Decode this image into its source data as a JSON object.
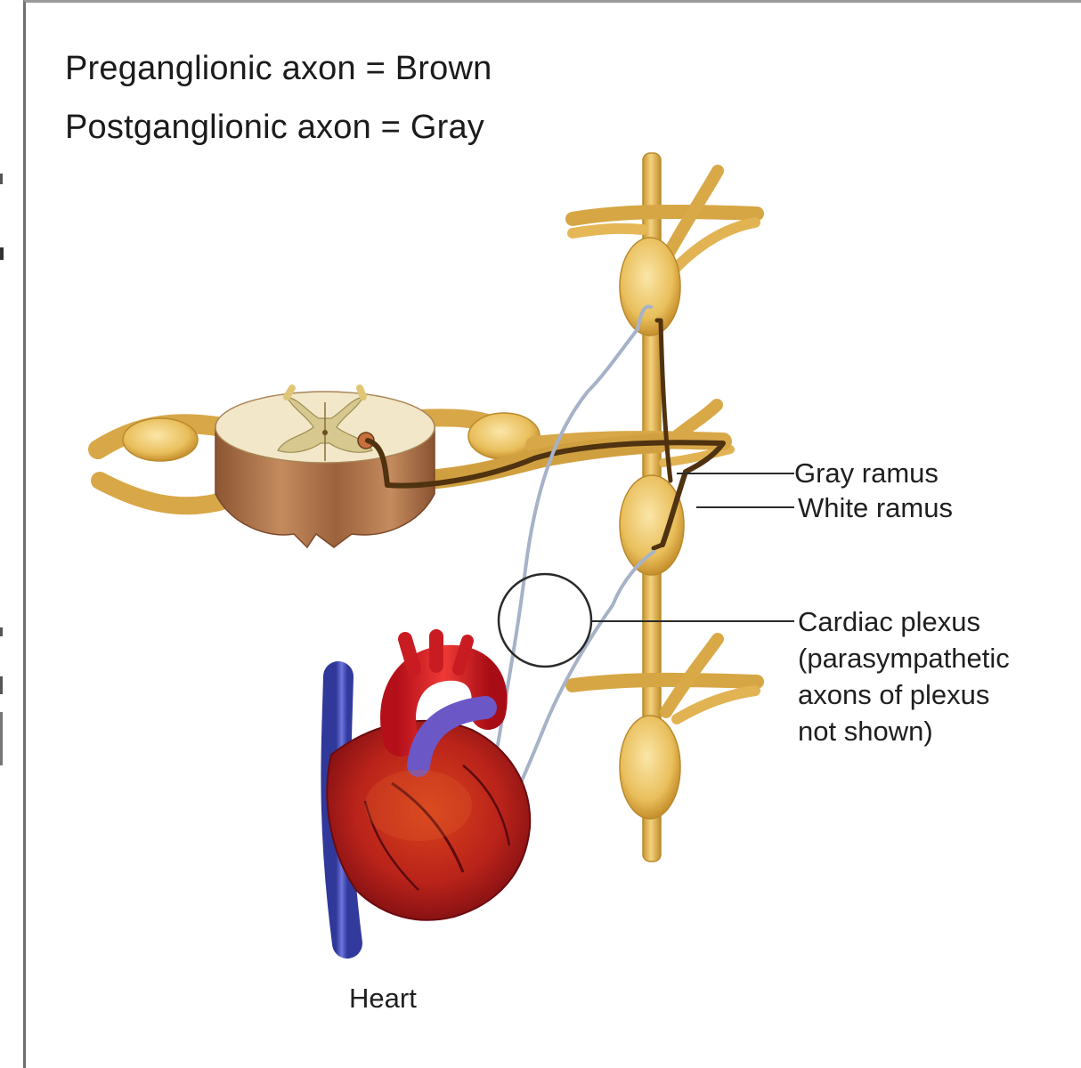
{
  "legend": {
    "preganglionic": "Preganglionic axon = Brown",
    "postganglionic": "Postganglionic axon = Gray"
  },
  "labels": {
    "gray_ramus": "Gray ramus",
    "white_ramus": "White ramus",
    "cardiac_plexus": [
      "Cardiac plexus",
      "(parasympathetic",
      "axons of plexus",
      "not shown)"
    ],
    "heart": "Heart"
  },
  "colors": {
    "preganglionic_axon": "#5a3a12",
    "postganglionic_axon": "#a9b4c8",
    "nerve": "#e8bc5a",
    "nerve_outline": "#b98a2c",
    "spinal_cord_white_matter": "#f1e6c6",
    "spinal_cord_gray_matter": "#d9cc9a",
    "spinal_cord_section": "#a7704a",
    "heart_red": "#c0141b",
    "vessel_blue": "#4d55c8"
  }
}
